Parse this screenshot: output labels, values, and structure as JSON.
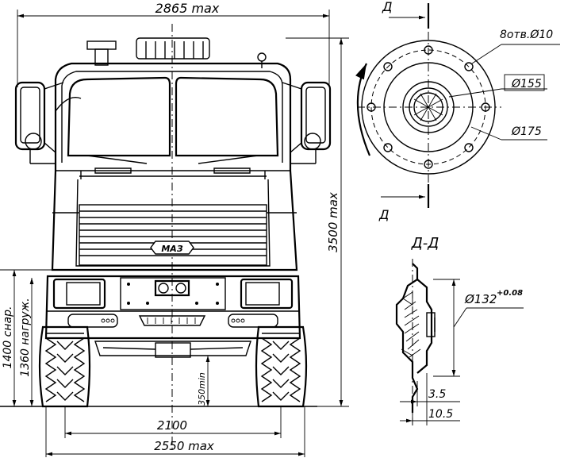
{
  "front_view": {
    "overall_width": "2865 max",
    "overall_height": "3500 max",
    "track_width": "2100",
    "body_width": "2550 max",
    "ground_clearance": "350min",
    "height_unloaded": "1400 снар.",
    "height_loaded": "1360 нагруж.",
    "logo": "МАЗ"
  },
  "flange_view": {
    "section_marker_top": "Д",
    "section_marker_bottom": "Д",
    "holes": "8отв.Ø10",
    "inner_diameter": "Ø155",
    "outer_diameter": "Ø175"
  },
  "section_view": {
    "title": "Д-Д",
    "diameter": "Ø132",
    "tolerance": "+0.08",
    "dim_small": "3.5",
    "dim_large": "10.5"
  }
}
